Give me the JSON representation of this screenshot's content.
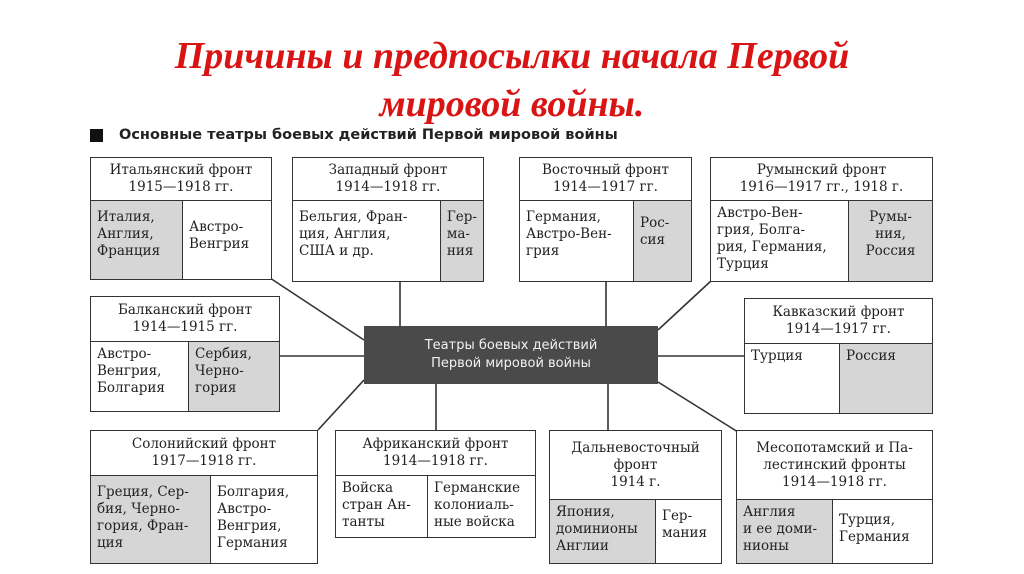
{
  "title": {
    "line1": "Причины и предпосылки начала Первой",
    "line2": "мировой войны."
  },
  "subtitle": "Основные театры боевых действий Первой мировой войны",
  "center": {
    "line1": "Театры боевых действий",
    "line2": "Первой мировой войны"
  },
  "fronts": {
    "italian": {
      "head1": "Итальянский фронт",
      "head2": "1915—1918 гг.",
      "left": "Италия,\nАнглия,\nФранция",
      "right": "Австро-\nВенгрия"
    },
    "western": {
      "head1": "Западный фронт",
      "head2": "1914—1918 гг.",
      "left": "Бельгия, Фран-\nция, Англия,\nСША и др.",
      "right": "Гер-\nма-\nния"
    },
    "eastern": {
      "head1": "Восточный фронт",
      "head2": "1914—1917 гг.",
      "left": "Германия,\nАвстро-Вен-\nгрия",
      "right": "Рос-\nсия"
    },
    "romanian": {
      "head1": "Румынский фронт",
      "head2": "1916—1917 гг., 1918 г.",
      "left": "Австро-Вен-\nгрия, Болга-\nрия, Германия,\nТурция",
      "right": "Румы-\nния,\nРоссия"
    },
    "balkan": {
      "head1": "Балканский фронт",
      "head2": "1914—1915 гг.",
      "left": "Австро-\nВенгрия,\nБолгария",
      "right": "Сербия,\nЧерно-\nгория"
    },
    "caucasian": {
      "head1": "Кавказский фронт",
      "head2": "1914—1917 гг.",
      "left": "Турция",
      "right": "Россия"
    },
    "salonika": {
      "head1": "Солонийский фронт",
      "head2": "1917—1918 гг.",
      "left": "Греция, Сер-\nбия, Черно-\nгория, Фран-\nция",
      "right": "Болгария,\nАвстро-\nВенгрия,\nГермания"
    },
    "african": {
      "head1": "Африканский фронт",
      "head2": "1914—1918 гг.",
      "left": "Войска\nстран Ан-\nтанты",
      "right": "Германские\nколониаль-\nные войска"
    },
    "fareast": {
      "head1": "Дальневосточный\nфронт\n1914 г.",
      "head2": "",
      "left": "Япония,\nдоминионы\nАнглии",
      "right": "Гер-\nмания"
    },
    "mesopotamian": {
      "head1": "Месопотамский и Па-\nлестинский фронты",
      "head2": "1914—1918 гг.",
      "left": "Англия\nи ее доми-\nнионы",
      "right": "Турция,\nГермания"
    }
  }
}
